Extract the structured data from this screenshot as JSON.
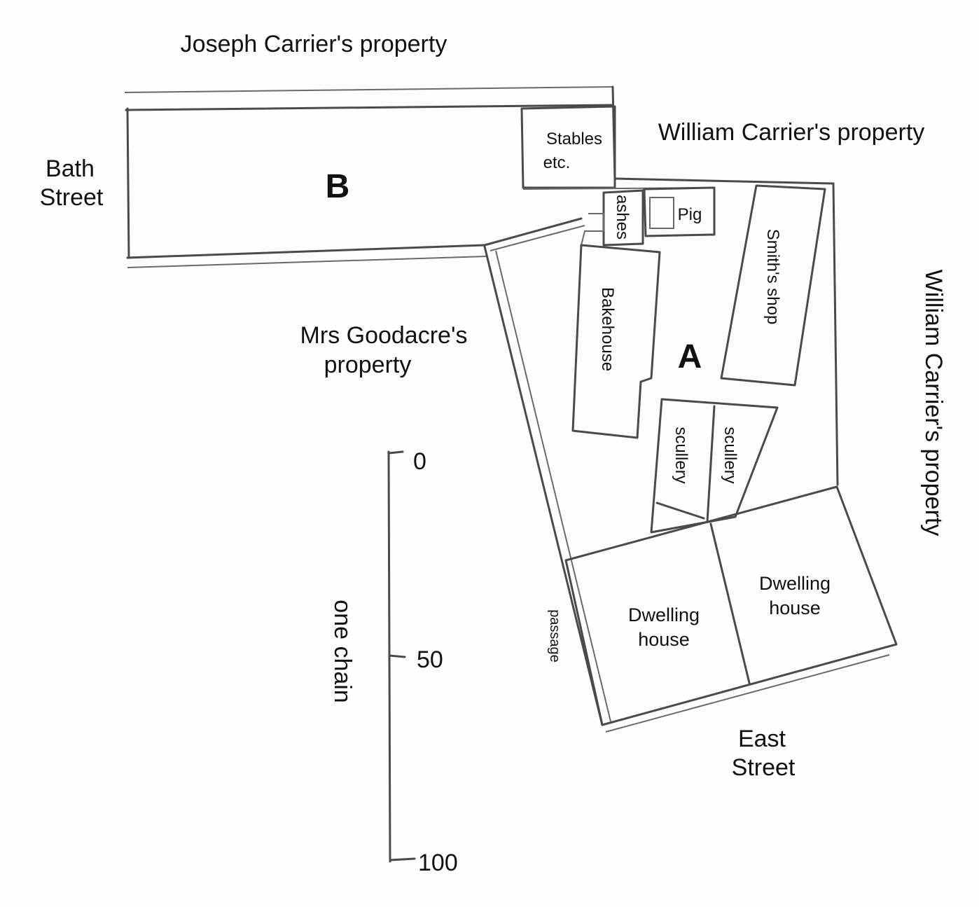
{
  "title": "Plan of properties A and B between Bath Street and East Street",
  "neighbours": {
    "north": "Joseph Carrier's property",
    "northeast": "William Carrier's property",
    "east": "William Carrier's property",
    "west_middle_line1": "Mrs Goodacre's",
    "west_middle_line2": "property"
  },
  "streets": {
    "bath_line1": "Bath",
    "bath_line2": "Street",
    "east_line1": "East",
    "east_line2": "Street"
  },
  "plots": {
    "a": "A",
    "b": "B"
  },
  "buildings": {
    "stables_line1": "Stables",
    "stables_line2": "etc.",
    "ashes": "ashes",
    "pig": "Pig",
    "bakehouse": "Bakehouse",
    "smiths_shop": "Smith's shop",
    "scullery_1": "scullery",
    "scullery_2": "scullery",
    "dwelling_1_line1": "Dwelling",
    "dwelling_1_line2": "house",
    "dwelling_2_line1": "Dwelling",
    "dwelling_2_line2": "house",
    "passage": "passage"
  },
  "scale": {
    "label": "one chain",
    "ticks": [
      "0",
      "50",
      "100"
    ]
  },
  "colors": {
    "ink": "#4a4a4a",
    "paper": "#fdfdfd"
  }
}
